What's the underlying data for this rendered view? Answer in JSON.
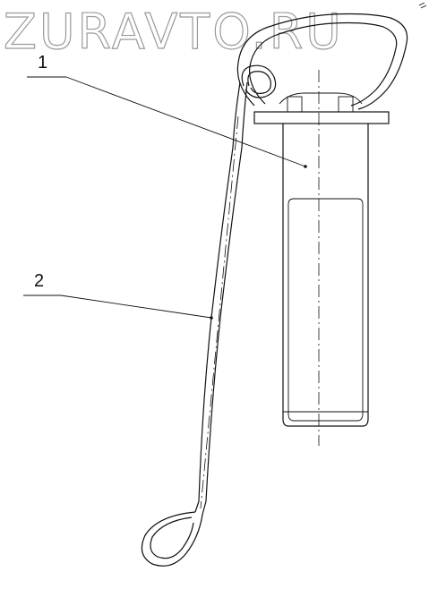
{
  "watermark": "ZURAVTO.RU",
  "callouts": [
    {
      "label": "1"
    },
    {
      "label": "2"
    }
  ]
}
